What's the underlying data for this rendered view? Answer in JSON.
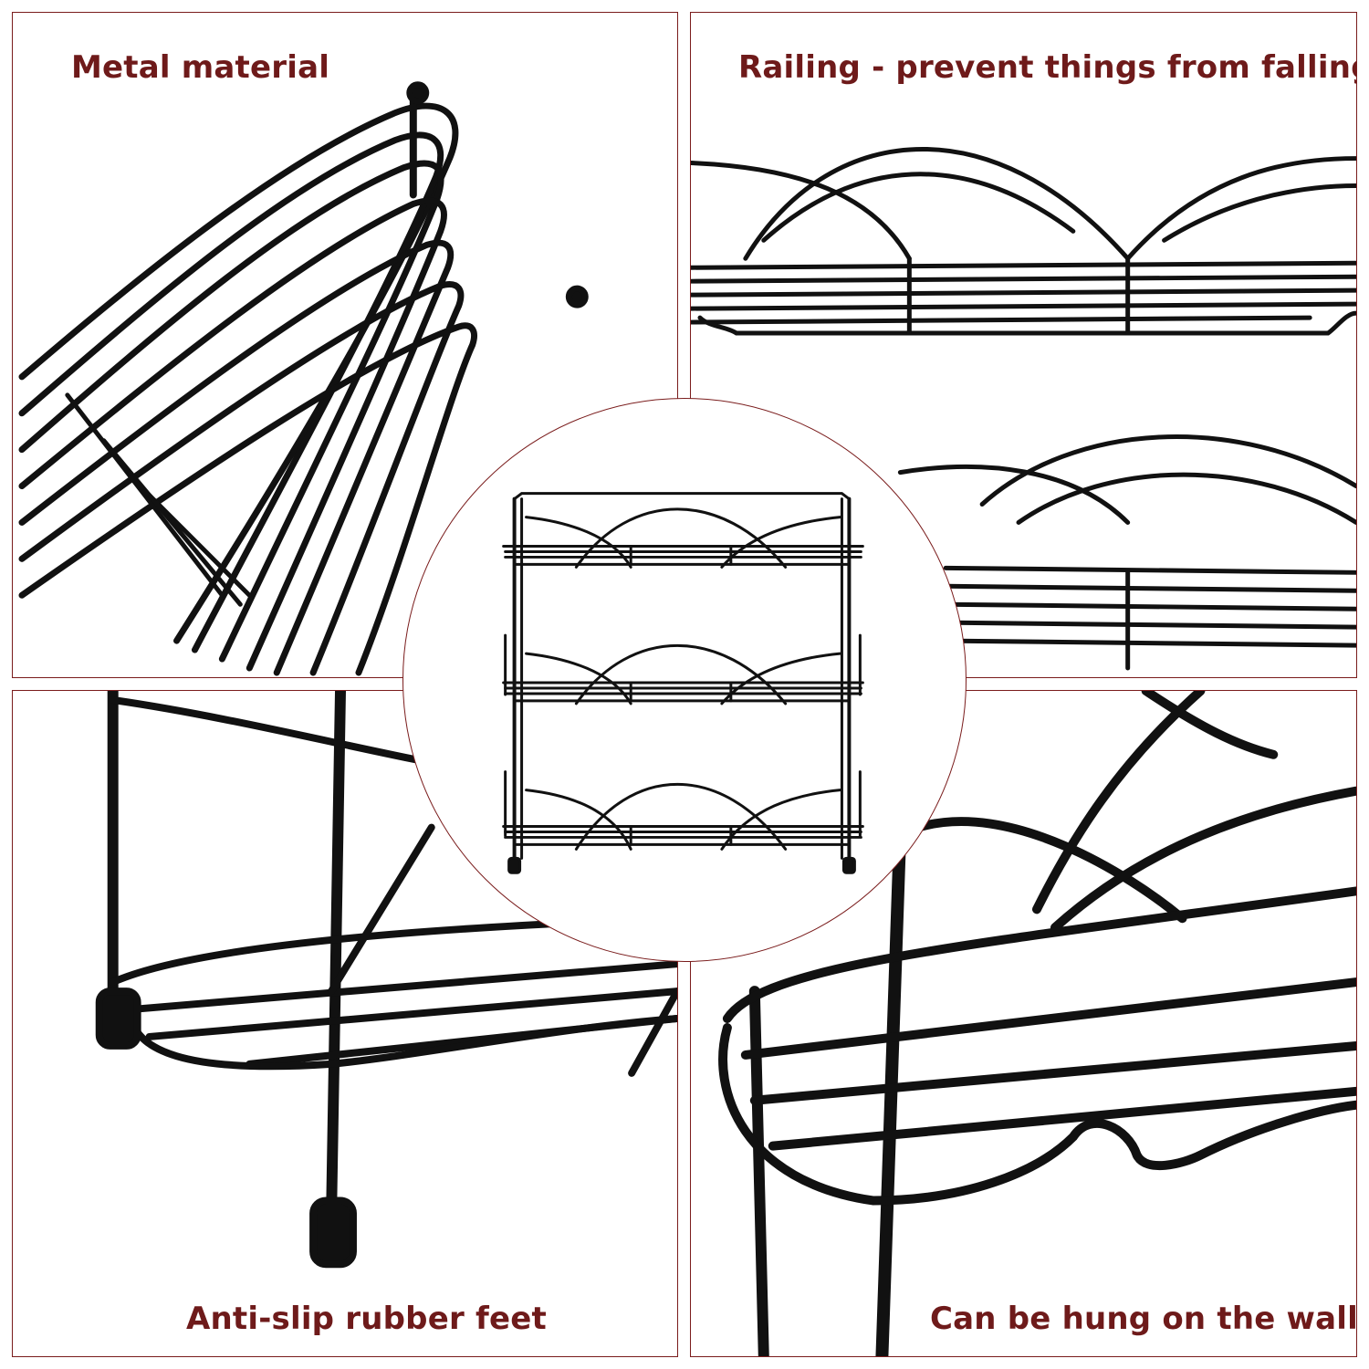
{
  "colors": {
    "accent": "#6e1a1a",
    "border": "#7a1c1c",
    "wire": "#111111",
    "background": "#ffffff"
  },
  "panels": [
    {
      "caption": "Metal material",
      "image": "rack-side-wire-closeup"
    },
    {
      "caption": "Railing - prevent things from falling",
      "image": "rack-railing-closeup"
    },
    {
      "caption": "Anti-slip rubber feet",
      "image": "rack-feet-closeup"
    },
    {
      "caption": "Can be hung on the wall",
      "image": "rack-wall-hook-closeup"
    }
  ],
  "center": {
    "image": "three-tier-spice-rack"
  }
}
